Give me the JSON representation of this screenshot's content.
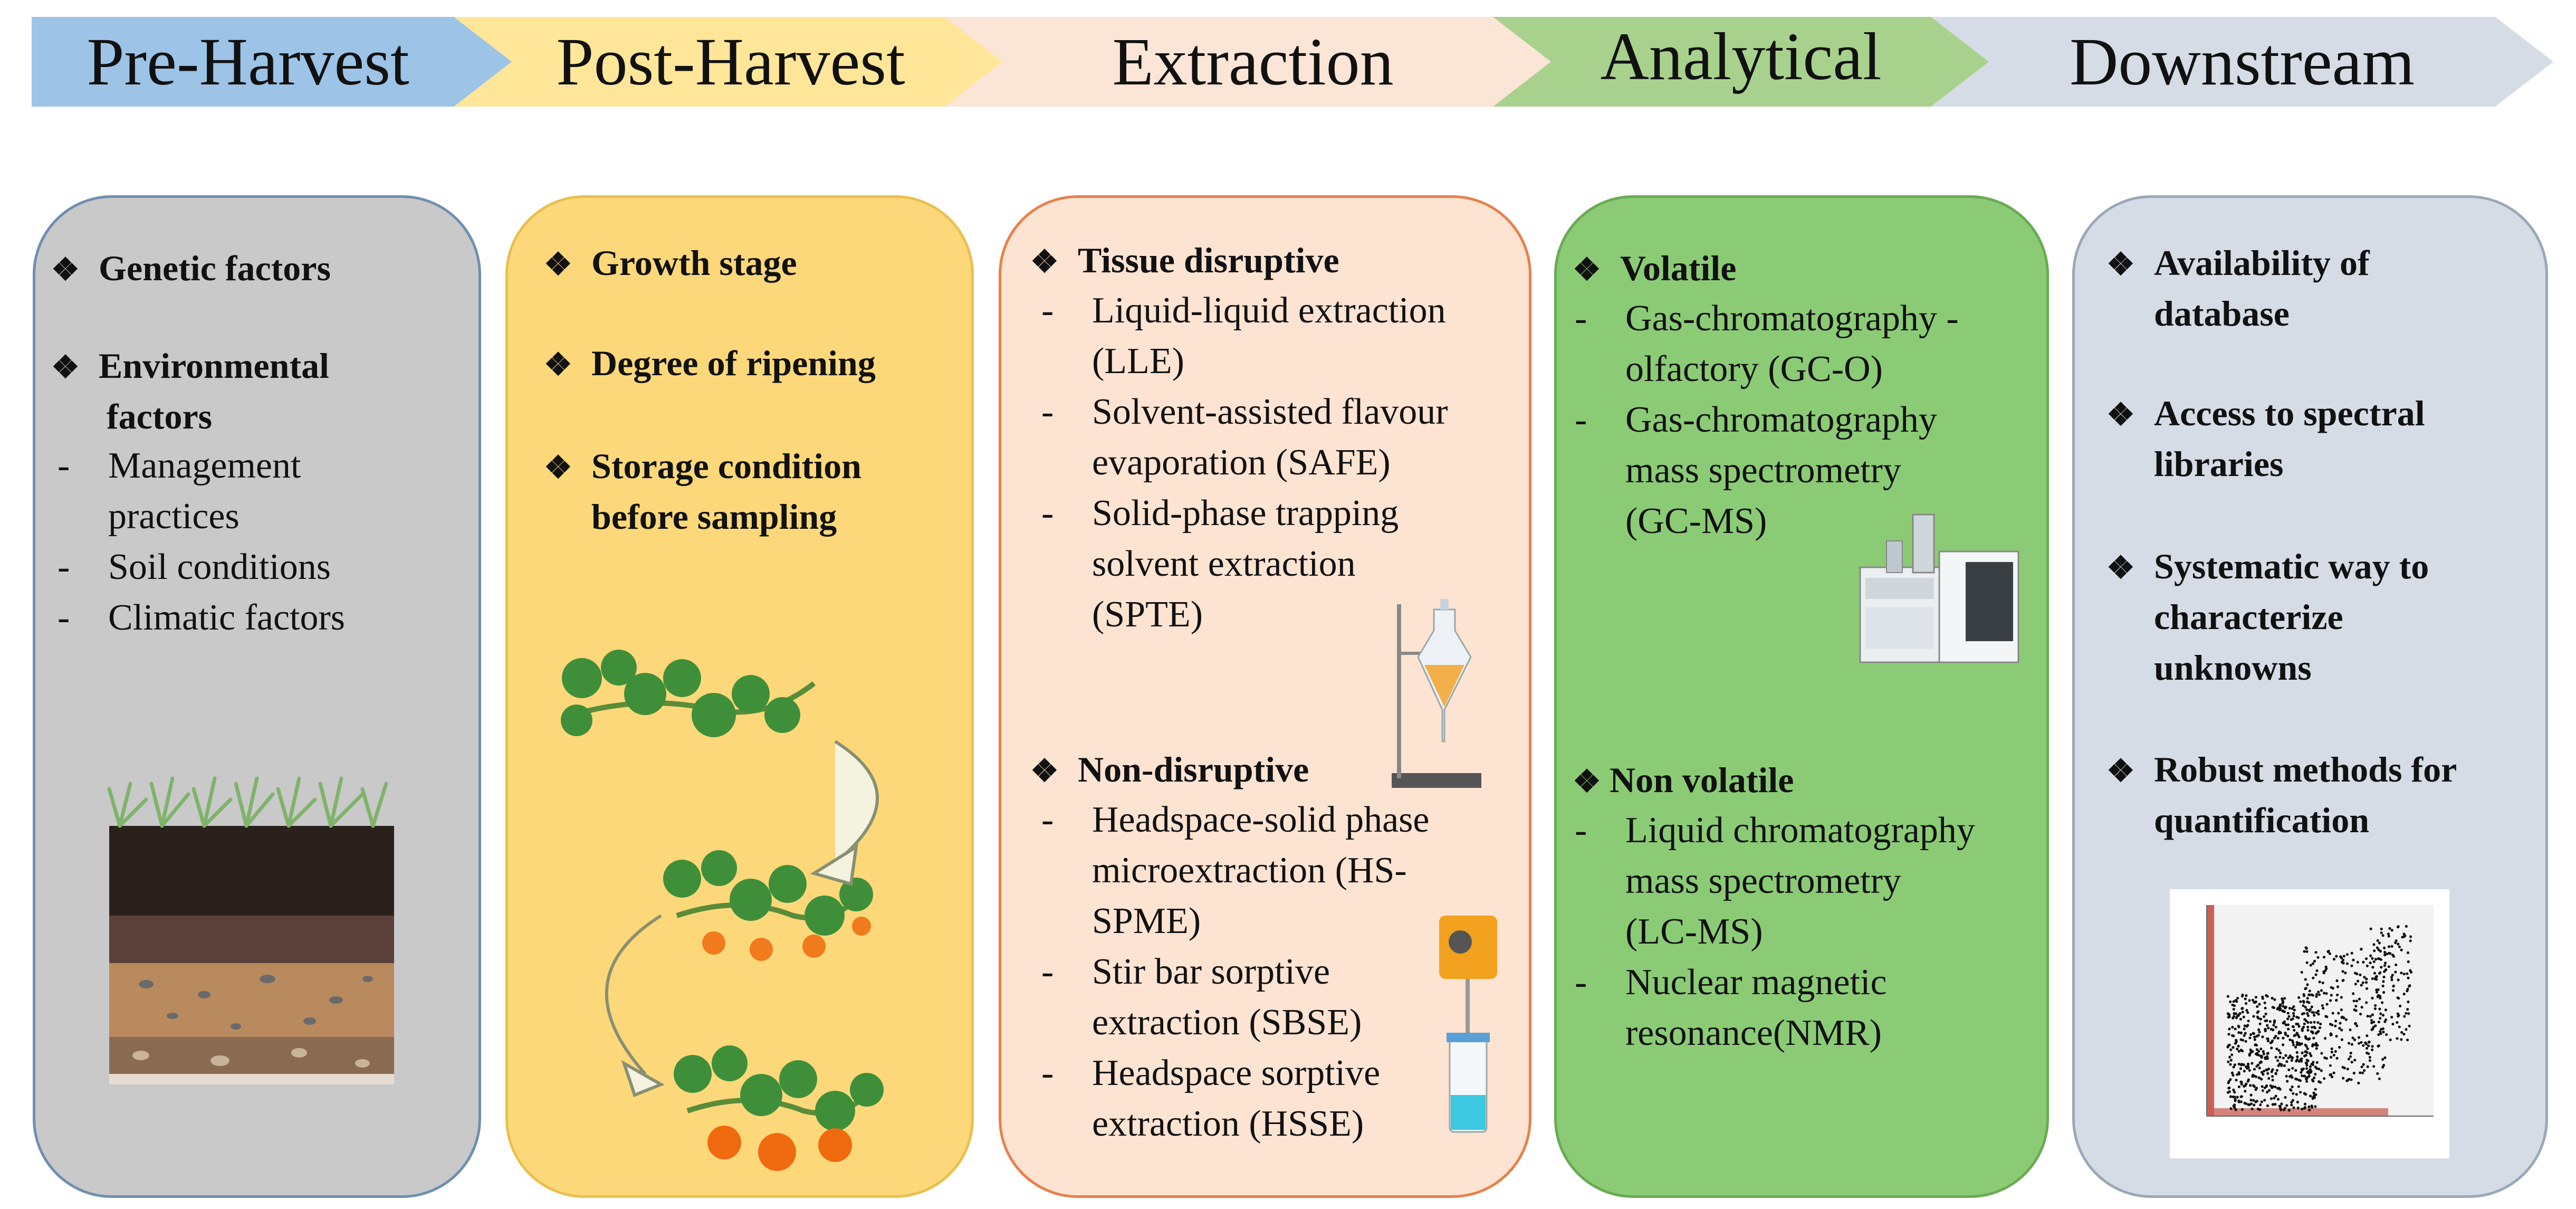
{
  "colors": {
    "pre_arrow": "#9dc3e6",
    "post_arrow": "#ffe699",
    "ext_arrow": "#fbe5d6",
    "ana_arrow": "#a9d18e",
    "down_arrow": "#d6dce5",
    "pre_panel": "#c9c9c9",
    "post_panel": "#fdd87a",
    "ext_panel": "#fde3d2",
    "ana_panel": "#8ccb76",
    "down_panel": "#d6dce5"
  },
  "stages": {
    "pre": "Pre-Harvest",
    "post": "Post-Harvest",
    "extraction": "Extraction",
    "analytical": "Analytical",
    "downstream": "Downstream"
  },
  "pre": {
    "genetic": "Genetic factors",
    "environmental_1": "Environmental",
    "environmental_2": "factors",
    "items": [
      "Management",
      "practices",
      "Soil conditions",
      "Climatic factors"
    ]
  },
  "post": {
    "growth": "Growth stage",
    "ripening": "Degree of ripening",
    "storage_1": "Storage condition",
    "storage_2": "before sampling"
  },
  "extraction": {
    "tissue": "Tissue disruptive",
    "t_items": [
      "Liquid-liquid extraction",
      "(LLE)",
      "Solvent-assisted flavour",
      "evaporation (SAFE)",
      "Solid-phase trapping",
      "solvent extraction",
      "(SPTE)"
    ],
    "non": "Non-disruptive",
    "n_items": [
      "Headspace-solid phase",
      "microextraction (HS-",
      "SPME)",
      "Stir bar sorptive",
      "extraction (SBSE)",
      "Headspace sorptive",
      "extraction (HSSE)"
    ]
  },
  "analytical": {
    "volatile": "Volatile",
    "v_items": [
      "Gas-chromatography  -",
      "olfactory (GC-O)",
      "Gas-chromatography",
      "mass spectrometry",
      "(GC-MS)"
    ],
    "nonvolatile": "Non volatile",
    "nv_items": [
      "Liquid chromatography",
      "mass spectrometry",
      "(LC-MS)",
      "Nuclear magnetic",
      "resonance(NMR)"
    ]
  },
  "downstream": {
    "db_1": "Availability  of",
    "db_2": "database",
    "lib_1": "Access to spectral",
    "lib_2": "libraries",
    "sys_1": "Systematic way to",
    "sys_2": "characterize",
    "sys_3": "unknowns",
    "rob_1": "Robust methods for",
    "rob_2": "quantification"
  }
}
